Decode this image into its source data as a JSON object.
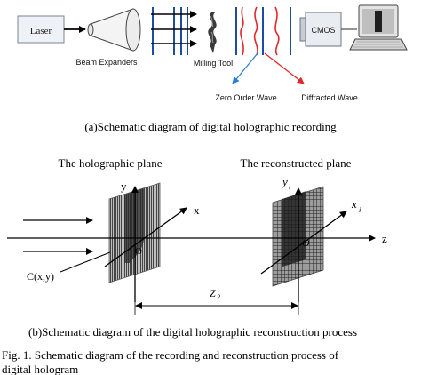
{
  "figure": {
    "caption_line1": "Fig. 1. Schematic diagram of the recording and reconstruction process of",
    "caption_line2": "digital hologram"
  },
  "recording": {
    "laser_label": "Laser",
    "beam_expanders_label": "Beam Expanders",
    "milling_tool_label": "Milling Tool",
    "cmos_label": "CMOS",
    "zero_order_label": "Zero Order Wave",
    "diffracted_label": "Diffracted Wave",
    "subcaption": "(a)Schematic diagram of digital holographic recording",
    "colors": {
      "beam_lines": "#1a4fa0",
      "zero_order_arrow": "#2a7fd4",
      "diffracted_arrow": "#e0282c",
      "wave_curves": "#e0282c"
    }
  },
  "reconstruction": {
    "holo_plane_title": "The holographic plane",
    "recon_plane_title": "The reconstructed plane",
    "y_label": "y",
    "x_label": "x",
    "yi_label": "y",
    "yi_sub": "i",
    "xi_label": "x",
    "xi_sub": "i",
    "z_label": "z",
    "origin_label": "O",
    "origin_label2": "O",
    "cxy_label": "C(x,y)",
    "z2_label": "Z",
    "z2_sub": "2",
    "subcaption": "(b)Schematic diagram of the digital holographic reconstruction process"
  }
}
